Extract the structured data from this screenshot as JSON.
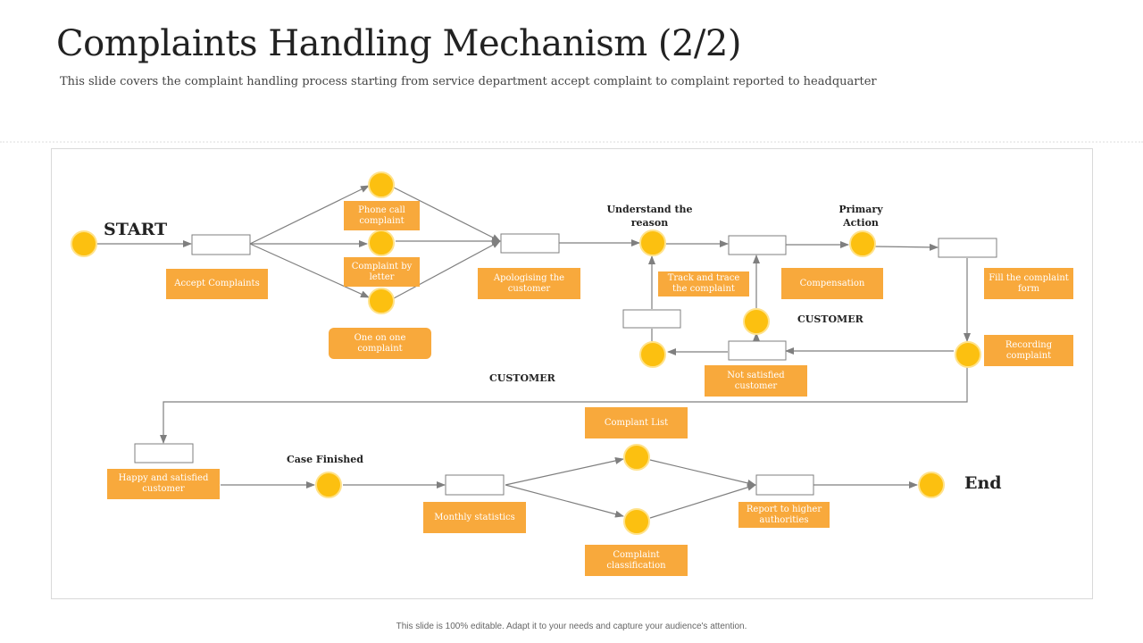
{
  "title": "Complaints Handling Mechanism (2/2)",
  "subtitle": "This slide covers the complaint handling process starting from service department accept complaint to complaint reported to headquarter",
  "footer": "This slide is 100% editable. Adapt it to your needs and capture your audience's attention.",
  "colors": {
    "accent": "#f8a93c",
    "circle": "#fcc010",
    "circle_border": "#ffe28a",
    "line": "#7f7f7f"
  },
  "headings": {
    "start": "START",
    "end": "End",
    "understand": "Understand the reason",
    "primary": "Primary Action",
    "customer_right": "CUSTOMER",
    "customer_mid": "CUSTOMER",
    "case_finished": "Case Finished"
  },
  "labels": {
    "accept": "Accept Complaints",
    "phone": "Phone call complaint",
    "letter": "Complaint by letter",
    "one_on_one": "One on one complaint",
    "apologising": "Apologising the customer",
    "track": "Track and trace the complaint",
    "compensation": "Compensation",
    "fill_form": "Fill the complaint form",
    "recording": "Recording complaint",
    "not_satisfied": "Not satisfied customer",
    "happy": "Happy and satisfied customer",
    "monthly": "Monthly statistics",
    "complaint_list": "Complant List",
    "classification": "Complaint classification",
    "report": "Report to higher authorities"
  }
}
